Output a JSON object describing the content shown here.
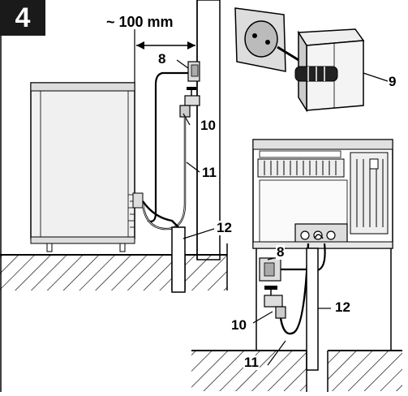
{
  "step_number": "4",
  "distance_label": "~ 100 mm",
  "callouts": {
    "c8_top": "8",
    "c9": "9",
    "c10_top": "10",
    "c11_top": "11",
    "c12_top": "12",
    "c8_bottom": "8",
    "c12_bottom": "12",
    "c10_bottom": "10",
    "c11_bottom": "11"
  },
  "colors": {
    "outline": "#000000",
    "fill_light": "#f0f0f0",
    "fill_mid": "#d0d0d0",
    "box_dark": "#1a1a1a"
  }
}
